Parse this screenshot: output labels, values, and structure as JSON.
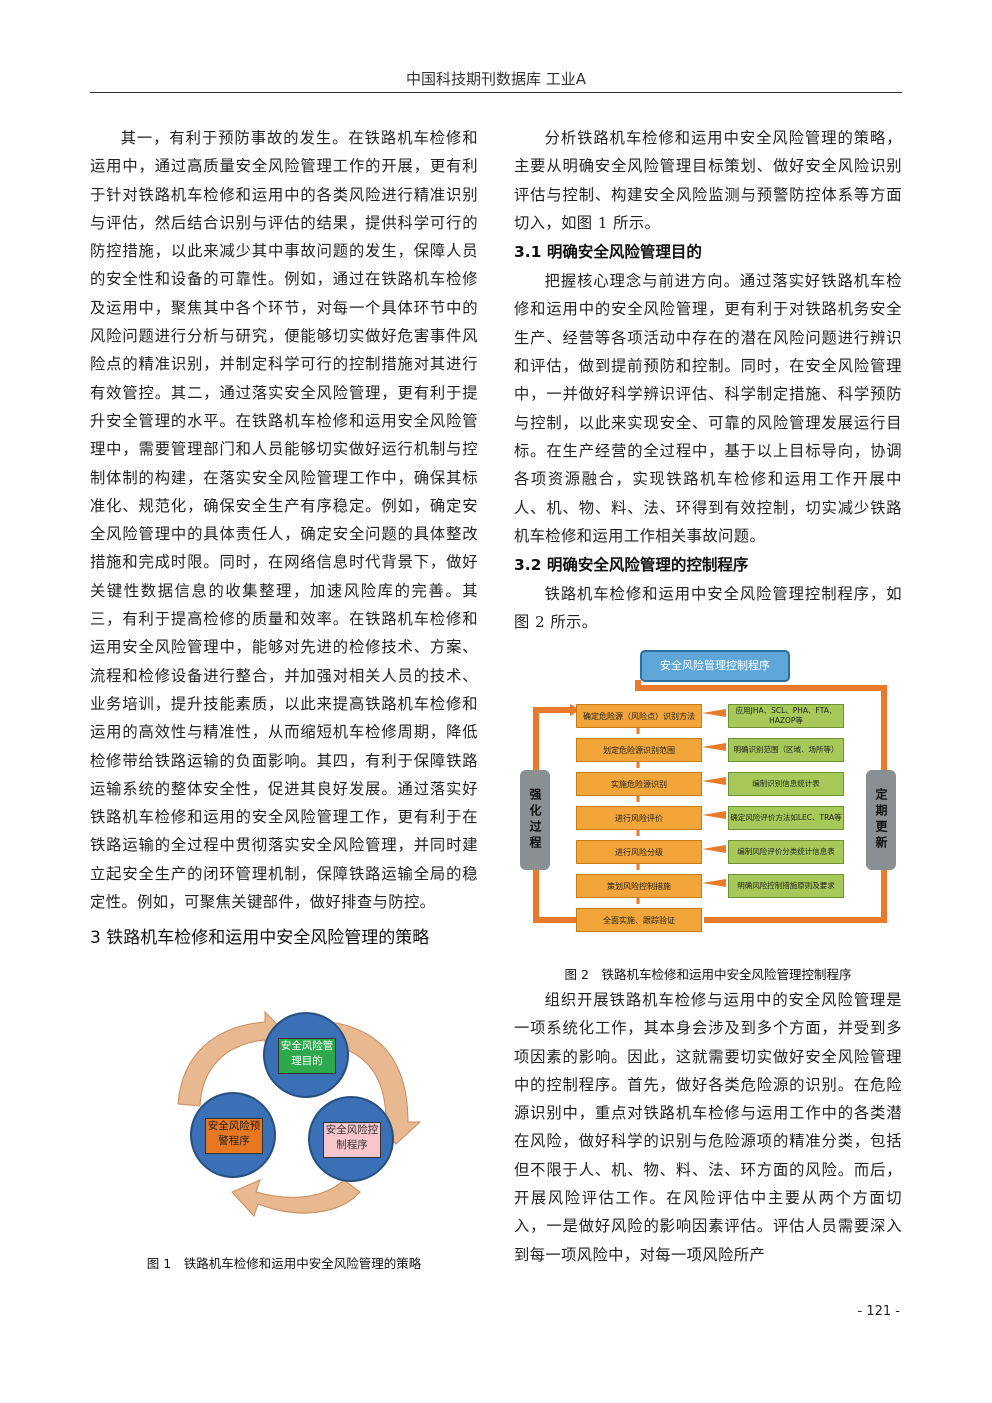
{
  "header": {
    "title": "中国科技期刊数据库 工业A"
  },
  "left": {
    "para1": "其一，有利于预防事故的发生。在铁路机车检修和运用中，通过高质量安全风险管理工作的开展，更有利于针对铁路机车检修和运用中的各类风险进行精准识别与评估，然后结合识别与评估的结果，提供科学可行的防控措施，以此来减少其中事故问题的发生，保障人员的安全性和设备的可靠性。例如，通过在铁路机车检修及运用中，聚焦其中各个环节，对每一个具体环节中的风险问题进行分析与研究，便能够切实做好危害事件风险点的精准识别，并制定科学可行的控制措施对其进行有效管控。其二，通过落实安全风险管理，更有利于提升安全管理的水平。在铁路机车检修和运用安全风险管理中，需要管理部门和人员能够切实做好运行机制与控制体制的构建，在落实安全风险管理工作中，确保其标准化、规范化，确保安全生产有序稳定。例如，确定安全风险管理中的具体责任人，确定安全问题的具体整改措施和完成时限。同时，在网络信息时代背景下，做好关键性数据信息的收集整理，加速风险库的完善。其三，有利于提高检修的质量和效率。在铁路机车检修和运用安全风险管理中，能够对先进的检修技术、方案、流程和检修设备进行整合，并加强对相关人员的技术、业务培训，提升技能素质，以此来提高铁路机车检修和运用的高效性与精准性，从而缩短机车检修周期，降低检修带给铁路运输的负面影响。其四，有利于保障铁路运输系统的整体安全性，促进其良好发展。通过落实好铁路机车检修和运用的安全风险管理工作，更有利于在铁路运输的全过程中贯彻落实安全风险管理，并同时建立起安全生产的闭环管理机制，保障铁路运输全局的稳定性。例如，可聚焦关键部件，做好排查与防控。",
    "section_title": "3 铁路机车检修和运用中安全风险管理的策略",
    "fig1": {
      "node_top": "安全风险管理目的",
      "node_right": "安全风险控制程序",
      "node_left": "安全风险预警程序",
      "caption": "图 1　铁路机车检修和运用中安全风险管理的策略"
    }
  },
  "right": {
    "intro": "分析铁路机车检修和运用中安全风险管理的策略，主要从明确安全风险管理目标策划、做好安全风险识别评估与控制、构建安全风险监测与预警防控体系等方面切入，如图 1 所示。",
    "h31": "3.1 明确安全风险管理目的",
    "para31": "把握核心理念与前进方向。通过落实好铁路机车检修和运用中的安全风险管理，更有利于对铁路机务安全生产、经营等各项活动中存在的潜在风险问题进行辨识和评估，做到提前预防和控制。同时，在安全风险管理中，一并做好科学辨识评估、科学制定措施、科学预防与控制，以此来实现安全、可靠的风险管理发展运行目标。在生产经营的全过程中，基于以上目标导向，协调各项资源融合，实现铁路机车检修和运用工作开展中人、机、物、料、法、环得到有效控制，切实减少铁路机车检修和运用工作相关事故问题。",
    "h32": "3.2 明确安全风险管理的控制程序",
    "para32": "铁路机车检修和运用中安全风险管理控制程序，如图 2 所示。",
    "fig2": {
      "title": "安全风险管理控制程序",
      "left_side": "强化过程",
      "right_side": "定期更新",
      "steps": [
        "确定危险源（风险点）识别方法",
        "划定危险源识别范围",
        "实施危险源识别",
        "进行风险评价",
        "进行风险分级",
        "策划风险控制措施",
        "全面实施、跟踪验证"
      ],
      "inputs": [
        "应用JHA、SCL、PHA、FTA、HAZOP等",
        "明确识别范围（区域、场所等）",
        "编制识别信息统计表",
        "确定风险评价方法如LEC、TRA等",
        "编制风险评价分类统计信息表",
        "明确风险控制措施原则及要求"
      ],
      "caption": "图 2　铁路机车检修和运用中安全风险管理控制程序"
    },
    "para_after": "组织开展铁路机车检修与运用中的安全风险管理是一项系统化工作，其本身会涉及到多个方面，并受到多项因素的影响。因此，这就需要切实做好安全风险管理中的控制程序。首先，做好各类危险源的识别。在危险源识别中，重点对铁路机车检修与运用工作中的各类潜在风险，做好科学的识别与危险源项的精准分类，包括但不限于人、机、物、料、法、环方面的风险。而后，开展风险评估工作。在风险评估中主要从两个方面切入，一是做好风险的影响因素评估。评估人员需要深入到每一项风险中，对每一项风险所产"
  },
  "page_number": "- 121 -",
  "colors": {
    "orange": "#f2a63a",
    "green": "#a7c95a",
    "blue": "#3b6fb6",
    "arrow": "#e8b890"
  }
}
